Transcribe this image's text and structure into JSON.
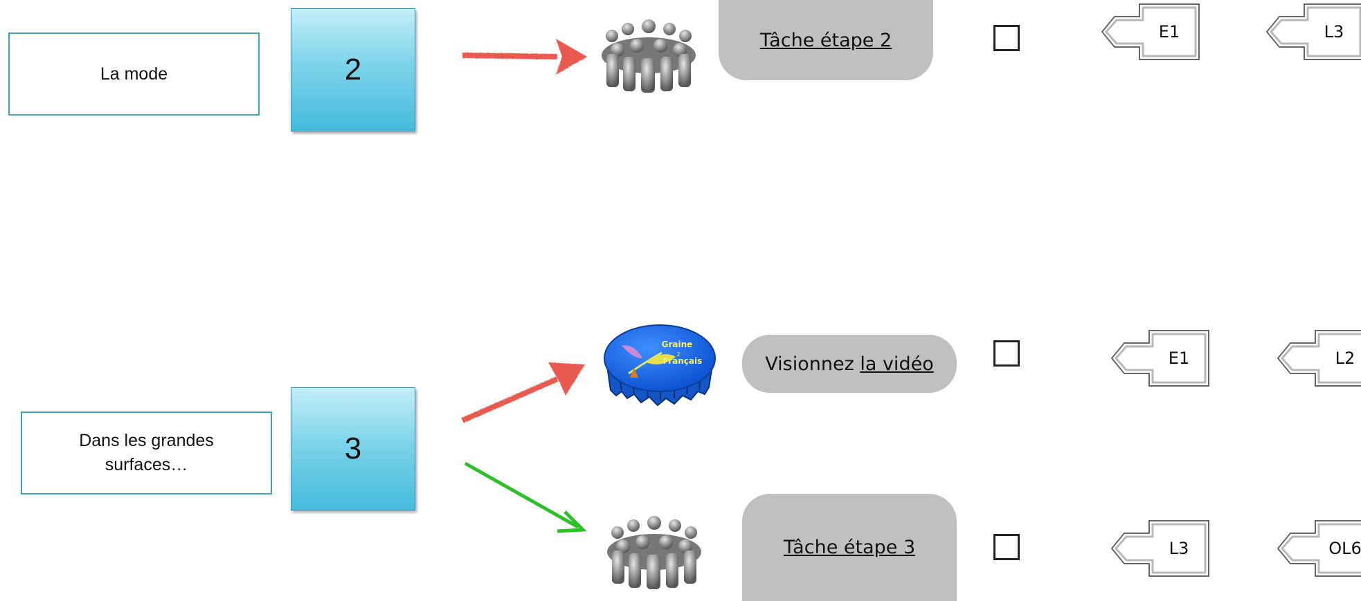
{
  "rows": [
    {
      "topic": "La mode",
      "number": "2",
      "tasks": [
        {
          "pill_text": "",
          "pill_link": "Tâche étape 2",
          "tags": [
            "E1",
            "L3"
          ]
        }
      ]
    },
    {
      "topic": "Dans les grandes surfaces…",
      "number": "3",
      "tasks": [
        {
          "pill_text": "Visionnez ",
          "pill_link": "la vidéo",
          "tags": [
            "E1",
            "L2"
          ],
          "logo": {
            "line1": "Graine",
            "line2": "2",
            "line3": "Français"
          }
        },
        {
          "pill_text": "",
          "pill_link": "Tâche étape 3",
          "tags": [
            "L3",
            "OL6"
          ]
        }
      ]
    }
  ],
  "colors": {
    "arrow_red": "#e85a50",
    "arrow_green": "#2ec028",
    "number_box": "#5cc6e2",
    "topic_border": "#3fa3b7",
    "pill": "#c0c0c0"
  },
  "icons": {
    "group_task": "people-circle-icon",
    "video": "bottle-cap-logo-icon",
    "tag": "left-arrow-tag-icon"
  }
}
